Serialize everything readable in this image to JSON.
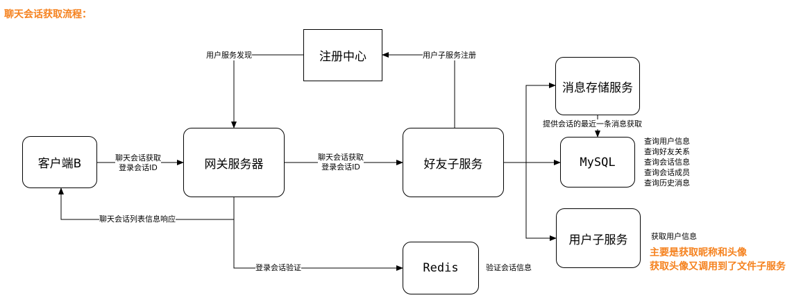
{
  "title": "聊天会话获取流程：",
  "colors": {
    "accent": "#f5821f",
    "line": "#000000"
  },
  "nodes": {
    "register_center": "注册中心",
    "client": "客户端B",
    "gateway": "网关服务器",
    "friend": "好友子服务",
    "msg_store": "消息存储服务",
    "mysql": "MySQL",
    "user": "用户子服务",
    "redis": "Redis"
  },
  "edges": {
    "service_discovery": "用户服务发现",
    "service_register": "用户子服务注册",
    "client_to_gateway_1": "聊天会话获取",
    "client_to_gateway_2": "登录会话ID",
    "gateway_to_friend_1": "聊天会话获取",
    "gateway_to_friend_2": "登录会话ID",
    "response": "聊天会话列表信息响应",
    "login_verify": "登录会话验证",
    "latest_msg": "提供会话的最近一条消息获取"
  },
  "mysql_queries": [
    "查询用户信息",
    "查询好友关系",
    "查询会话信息",
    "查询会话成员",
    "查询历史消息"
  ],
  "user_info": "获取用户信息",
  "redis_info": "验证会话信息",
  "notes": [
    "主要是获取昵称和头像",
    "获取头像又调用到了文件子服务"
  ]
}
